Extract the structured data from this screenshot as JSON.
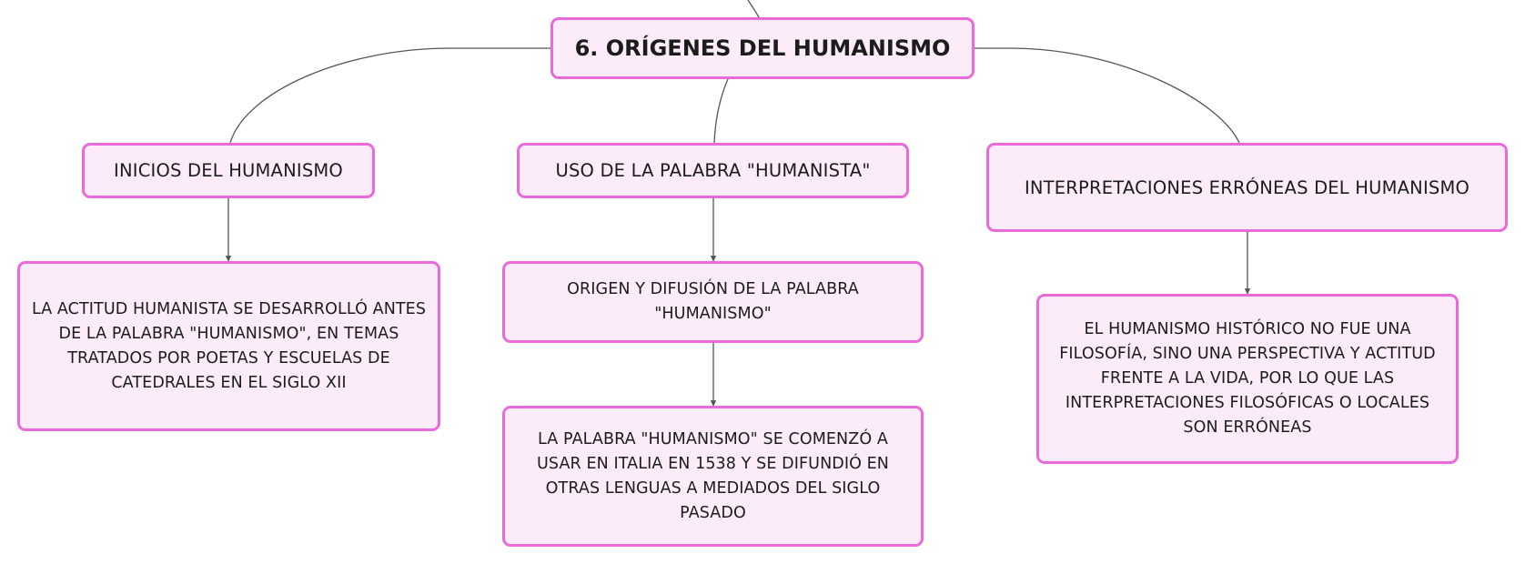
{
  "diagram": {
    "root": {
      "label": "6. ORÍGENES DEL HUMANISMO"
    },
    "branches": [
      {
        "label": "INICIOS DEL HUMANISMO",
        "children": [
          {
            "label": "LA ACTITUD HUMANISTA SE DESARROLLÓ ANTES\nDE LA PALABRA \"HUMANISMO\", EN TEMAS\nTRATADOS POR POETAS Y ESCUELAS DE\nCATEDRALES EN EL SIGLO XII"
          }
        ]
      },
      {
        "label": "USO DE LA PALABRA \"HUMANISTA\"",
        "children": [
          {
            "label": "ORIGEN Y DIFUSIÓN DE LA PALABRA\n\"HUMANISMO\""
          },
          {
            "label": "LA PALABRA \"HUMANISMO\" SE COMENZÓ A\nUSAR EN ITALIA EN 1538 Y SE DIFUNDIÓ EN\nOTRAS LENGUAS A MEDIADOS DEL SIGLO\nPASADO"
          }
        ]
      },
      {
        "label": "INTERPRETACIONES ERRÓNEAS DEL HUMANISMO",
        "children": [
          {
            "label": "EL HUMANISMO HISTÓRICO NO FUE UNA\nFILOSOFÍA, SINO UNA PERSPECTIVA Y ACTITUD\nFRENTE A LA VIDA, POR LO QUE LAS\nINTERPRETACIONES FILOSÓFICAS O LOCALES\nSON ERRÓNEAS"
          }
        ]
      }
    ]
  },
  "colors": {
    "node_fill": "#fcebf8",
    "node_border": "#ea6ada",
    "connector": "#555555",
    "text": "#1c1c1c"
  }
}
